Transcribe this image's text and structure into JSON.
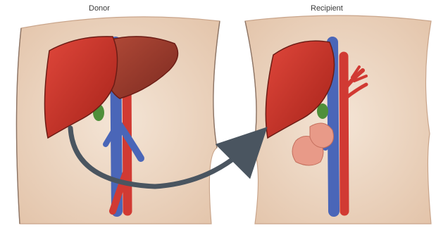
{
  "labels": {
    "donor": "Donor",
    "recipient": "Recipient"
  },
  "colors": {
    "skin": "#efdcc8",
    "skin_shadow": "#d9b79b",
    "liver": "#c8342a",
    "liver_dark": "#8f1f1a",
    "liver_left_lobe": "#9c3a2c",
    "vein": "#4a66b8",
    "artery": "#d13a33",
    "gallbladder": "#4f8f3a",
    "intestine": "#e89a88",
    "arrow": "#4a5560"
  },
  "icons": {
    "transfer_arrow": "curved-arrow-right"
  }
}
